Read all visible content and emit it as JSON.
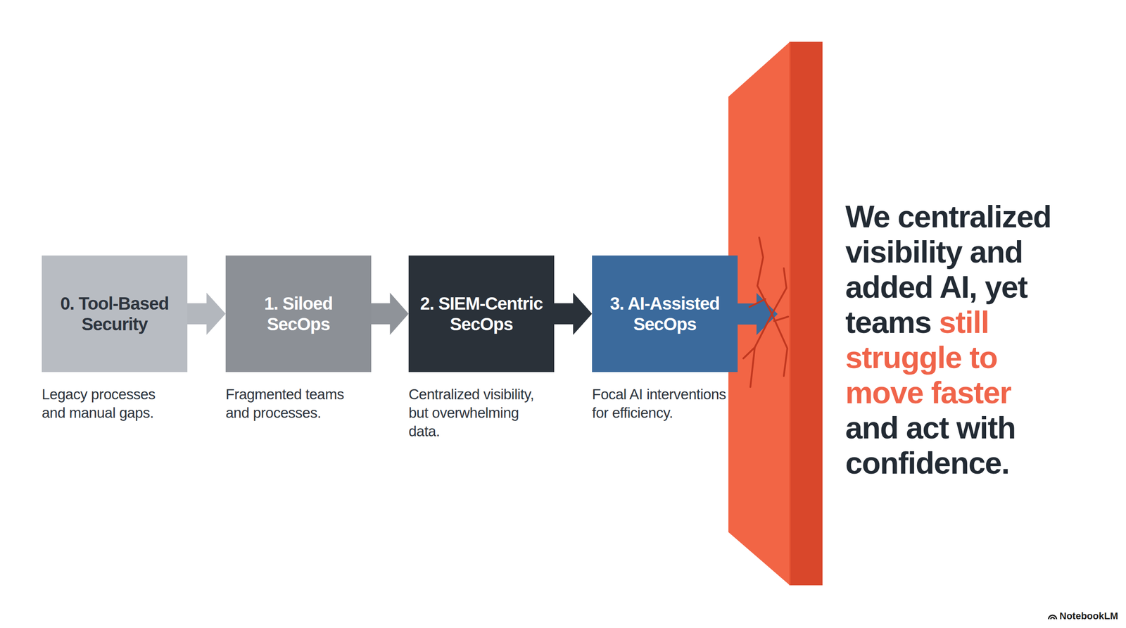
{
  "diagram": {
    "nodes": [
      {
        "text": [
          "0. Tool-Based Security",
          "Legacy processes and manual gaps."
        ]
      },
      {
        "text": [
          "1. Siloed SecOps",
          "Fragmented teams and processes."
        ]
      },
      {
        "text": [
          "2. SIEM-Centric SecOps",
          "Centralized visibility, but overwhelming data."
        ]
      },
      {
        "text": [
          "3. AI-Assisted SecOps",
          "Focal AI interventions for efficiency."
        ]
      }
    ],
    "edges": [
      {
        "from": 0,
        "to": 1,
        "arrow": "to"
      },
      {
        "from": 1,
        "to": 2,
        "arrow": "to"
      },
      {
        "from": 2,
        "to": 3,
        "arrow": "to"
      }
    ],
    "labels": [
      "We centralized visibility and added AI, yet teams",
      "still struggle to move faster",
      "and act with confidence.",
      "NotebookLM"
    ]
  }
}
